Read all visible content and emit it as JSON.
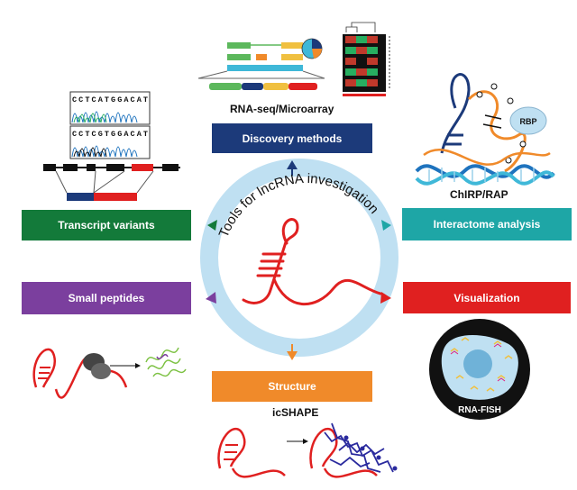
{
  "center_title": "Tools for lncRNA investigation",
  "methods": [
    {
      "id": "discovery",
      "label": "Discovery methods",
      "color": "#1c3a7a"
    },
    {
      "id": "transcript",
      "label": "Transcript variants",
      "color": "#137a3a"
    },
    {
      "id": "interactome",
      "label": "Interactome analysis",
      "color": "#1ea6a6"
    },
    {
      "id": "peptides",
      "label": "Small peptides",
      "color": "#7b3f9e"
    },
    {
      "id": "visualization",
      "label": "Visualization",
      "color": "#e02020"
    },
    {
      "id": "structure",
      "label": "Structure",
      "color": "#f08a2a"
    }
  ],
  "captions": {
    "rnaseq": "RNA-seq/Microarray",
    "chirp": "ChIRP/RAP",
    "icshape": "icSHAPE",
    "rbp": "RBP",
    "fish": "RNA-FISH"
  },
  "sequences": [
    "CCTCATGGACAT",
    "CCTCGTGGACAT"
  ],
  "colors": {
    "ring": "#bfe0f2",
    "rna": "#e02020",
    "dna": "#1e73be",
    "arrow_dark": "#1c3a7a"
  }
}
